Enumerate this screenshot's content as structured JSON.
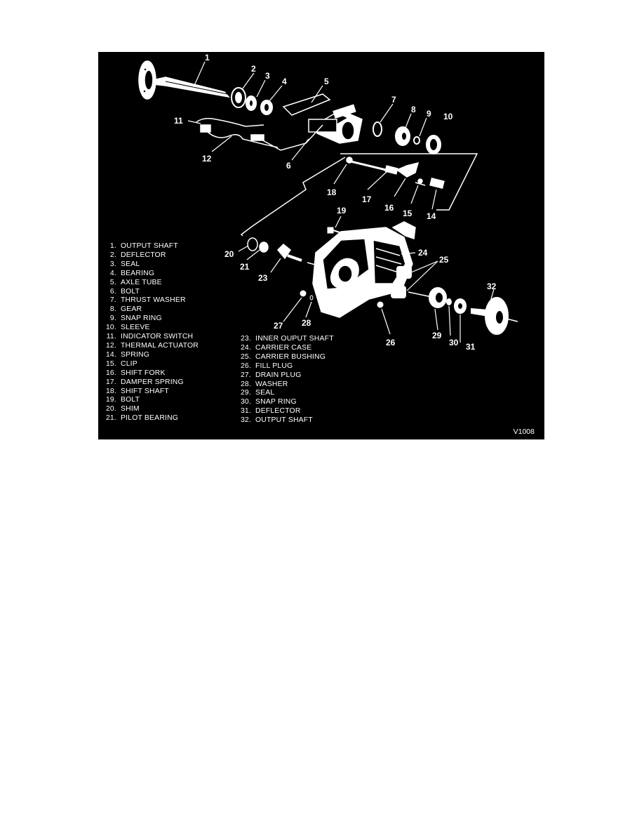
{
  "figure_code": "V1008",
  "callouts": [
    {
      "id": "c1",
      "n": "1"
    },
    {
      "id": "c2",
      "n": "2"
    },
    {
      "id": "c3",
      "n": "3"
    },
    {
      "id": "c4",
      "n": "4"
    },
    {
      "id": "c5",
      "n": "5"
    },
    {
      "id": "c6",
      "n": "6"
    },
    {
      "id": "c7",
      "n": "7"
    },
    {
      "id": "c8",
      "n": "8"
    },
    {
      "id": "c9",
      "n": "9"
    },
    {
      "id": "c10",
      "n": "10"
    },
    {
      "id": "c11",
      "n": "11"
    },
    {
      "id": "c12",
      "n": "12"
    },
    {
      "id": "c14",
      "n": "14"
    },
    {
      "id": "c15",
      "n": "15"
    },
    {
      "id": "c16",
      "n": "16"
    },
    {
      "id": "c17",
      "n": "17"
    },
    {
      "id": "c18",
      "n": "18"
    },
    {
      "id": "c19",
      "n": "19"
    },
    {
      "id": "c20",
      "n": "20"
    },
    {
      "id": "c21",
      "n": "21"
    },
    {
      "id": "c23",
      "n": "23"
    },
    {
      "id": "c24",
      "n": "24"
    },
    {
      "id": "c25",
      "n": "25"
    },
    {
      "id": "c26",
      "n": "26"
    },
    {
      "id": "c27",
      "n": "27"
    },
    {
      "id": "c28",
      "n": "28"
    },
    {
      "id": "c29",
      "n": "29"
    },
    {
      "id": "c30",
      "n": "30"
    },
    {
      "id": "c31",
      "n": "31"
    },
    {
      "id": "c32",
      "n": "32"
    }
  ],
  "legend_left": [
    {
      "n": "1.",
      "label": "OUTPUT SHAFT"
    },
    {
      "n": "2.",
      "label": "DEFLECTOR"
    },
    {
      "n": "3.",
      "label": "SEAL"
    },
    {
      "n": "4.",
      "label": "BEARING"
    },
    {
      "n": "5.",
      "label": "AXLE TUBE"
    },
    {
      "n": "6.",
      "label": "BOLT"
    },
    {
      "n": "7.",
      "label": "THRUST WASHER"
    },
    {
      "n": "8.",
      "label": "GEAR"
    },
    {
      "n": "9.",
      "label": "SNAP RING"
    },
    {
      "n": "10.",
      "label": "SLEEVE"
    },
    {
      "n": "11.",
      "label": "INDICATOR SWITCH"
    },
    {
      "n": "12.",
      "label": "THERMAL ACTUATOR"
    },
    {
      "n": "14.",
      "label": "SPRING"
    },
    {
      "n": "15.",
      "label": "CLIP"
    },
    {
      "n": "16.",
      "label": "SHIFT FORK"
    },
    {
      "n": "17.",
      "label": "DAMPER SPRING"
    },
    {
      "n": "18.",
      "label": "SHIFT SHAFT"
    },
    {
      "n": "19.",
      "label": "BOLT"
    },
    {
      "n": "20.",
      "label": "SHIM"
    },
    {
      "n": "21.",
      "label": "PILOT BEARING"
    }
  ],
  "legend_right": [
    {
      "n": "23.",
      "label": "INNER OUPUT SHAFT"
    },
    {
      "n": "24.",
      "label": "CARRIER CASE"
    },
    {
      "n": "25.",
      "label": "CARRIER BUSHING"
    },
    {
      "n": "26.",
      "label": "FILL PLUG"
    },
    {
      "n": "27.",
      "label": "DRAIN PLUG"
    },
    {
      "n": "28.",
      "label": "WASHER"
    },
    {
      "n": "29.",
      "label": "SEAL"
    },
    {
      "n": "30.",
      "label": "SNAP RING"
    },
    {
      "n": "31.",
      "label": "DEFLECTOR"
    },
    {
      "n": "32.",
      "label": "OUTPUT SHAFT"
    }
  ]
}
